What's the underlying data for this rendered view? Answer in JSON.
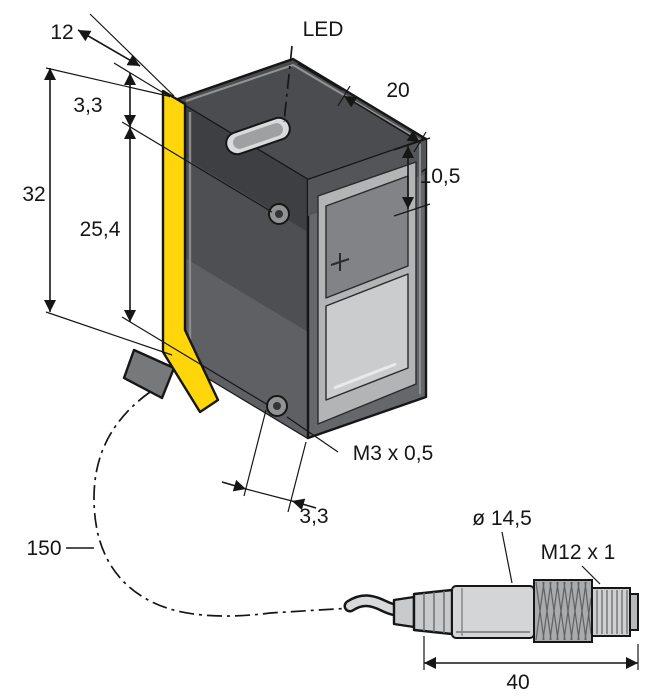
{
  "colors": {
    "background": "#ffffff",
    "line": "#161616",
    "accent_yellow": "#ffd60a",
    "housing_dark": "#3e3f42",
    "housing_mid": "#4e4f52",
    "housing_light": "#b3b4b6",
    "connector_gray": "#d4d5d7"
  },
  "labels": {
    "width": "12",
    "led": "LED",
    "depth": "20",
    "hole_offset_top": "3,3",
    "height": "32",
    "lens_offset": "10,5",
    "hole_spacing": "25,4",
    "mount_thread": "M3 x 0,5",
    "hole_offset_bottom": "3,3",
    "cable_length": "150",
    "connector_diameter": "ø 14,5",
    "connector_thread": "M12 x 1",
    "connector_length": "40"
  }
}
